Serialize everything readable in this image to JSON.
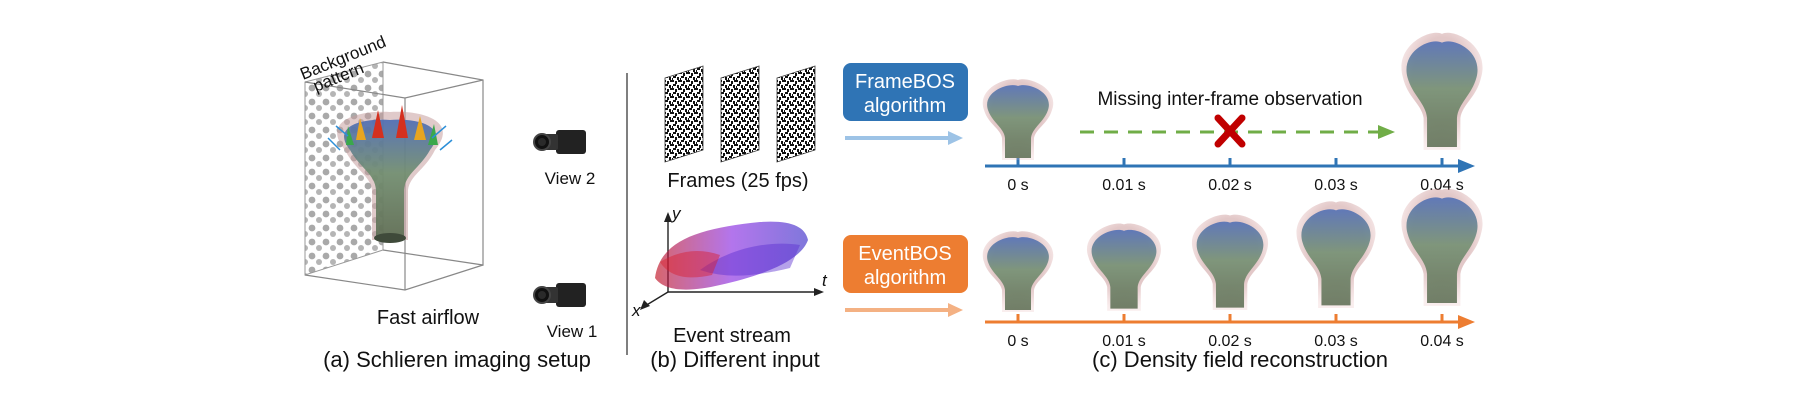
{
  "panel_a": {
    "label_background_line1": "Background",
    "label_background_line2": "pattern",
    "label_view2": "View 2",
    "label_view1": "View 1",
    "label_airflow": "Fast airflow",
    "caption": "(a) Schlieren imaging setup"
  },
  "panel_b": {
    "frames_label": "Frames (25 fps)",
    "axis_y": "y",
    "axis_x": "x",
    "axis_t": "t",
    "event_label": "Event stream",
    "caption": "(b) Different input"
  },
  "panel_c": {
    "frame_box_line1": "FrameBOS",
    "frame_box_line2": "algorithm",
    "event_box_line1": "EventBOS",
    "event_box_line2": "algorithm",
    "missing_text": "Missing inter-frame observation",
    "top_ticks": [
      "0 s",
      "0.01 s",
      "0.02 s",
      "0.03 s",
      "0.04 s"
    ],
    "bottom_ticks": [
      "0 s",
      "0.01 s",
      "0.02 s",
      "0.03 s",
      "0.04 s"
    ],
    "caption": "(c) Density field reconstruction",
    "frame_color": "#2f74b5",
    "event_color": "#ed7d31",
    "missing_color": "#70ad47",
    "cross_color": "#c00000"
  }
}
